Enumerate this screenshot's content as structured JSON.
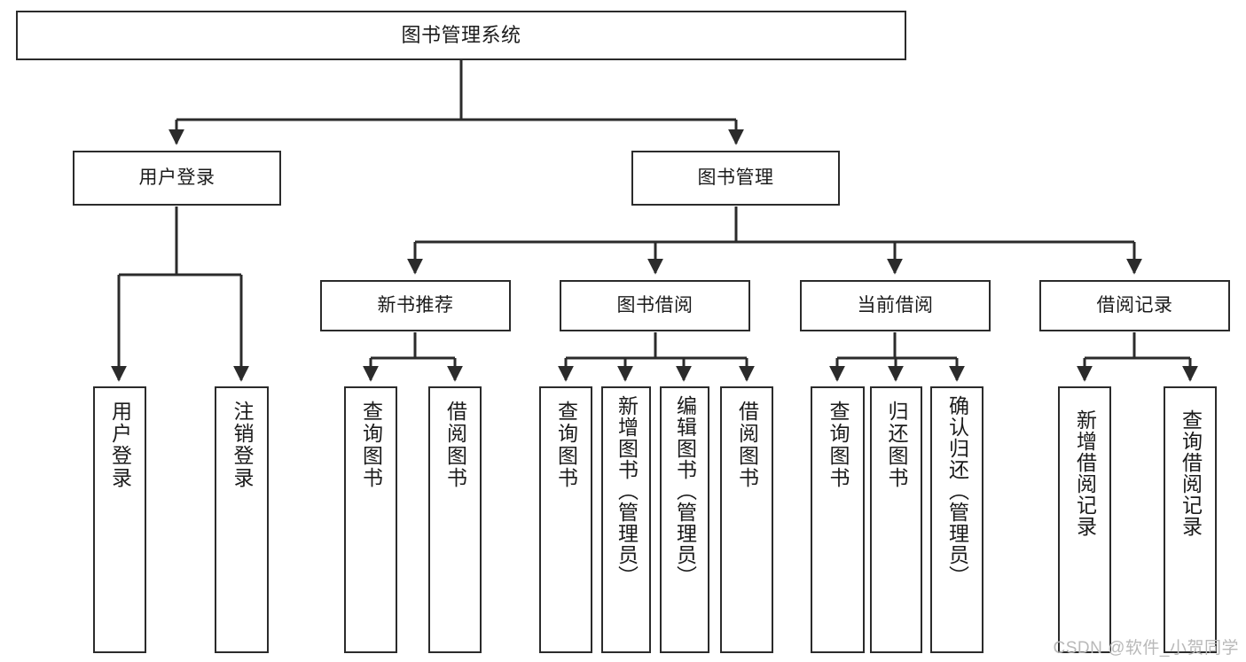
{
  "diagram": {
    "type": "tree-hierarchy-chart",
    "title": "图书管理系统",
    "stroke_color": "#2b2b2b",
    "background_color": "#ffffff",
    "root": {
      "id": "root",
      "label": "图书管理系统"
    },
    "level2": [
      {
        "id": "user-login",
        "label": "用户登录"
      },
      {
        "id": "book-management",
        "label": "图书管理"
      }
    ],
    "level3": [
      {
        "id": "new-book-recommend",
        "label": "新书推荐",
        "parent": "book-management"
      },
      {
        "id": "book-borrow",
        "label": "图书借阅",
        "parent": "book-management"
      },
      {
        "id": "current-borrow",
        "label": "当前借阅",
        "parent": "book-management"
      },
      {
        "id": "borrow-record",
        "label": "借阅记录",
        "parent": "book-management"
      }
    ],
    "leaves": [
      {
        "id": "leaf-user-login",
        "label": "用户登录",
        "parent": "user-login"
      },
      {
        "id": "leaf-user-logout",
        "label": "注销登录",
        "parent": "user-login"
      },
      {
        "id": "leaf-query-book-1",
        "label": "查询图书",
        "parent": "new-book-recommend"
      },
      {
        "id": "leaf-borrow-book-1",
        "label": "借阅图书",
        "parent": "new-book-recommend"
      },
      {
        "id": "leaf-query-book-2",
        "label": "查询图书",
        "parent": "book-borrow"
      },
      {
        "id": "leaf-add-book",
        "label": "新增图书（管理员）",
        "parent": "book-borrow"
      },
      {
        "id": "leaf-edit-book",
        "label": "编辑图书（管理员）",
        "parent": "book-borrow"
      },
      {
        "id": "leaf-borrow-book-2",
        "label": "借阅图书",
        "parent": "book-borrow"
      },
      {
        "id": "leaf-query-book-3",
        "label": "查询图书",
        "parent": "current-borrow"
      },
      {
        "id": "leaf-return-book",
        "label": "归还图书",
        "parent": "current-borrow"
      },
      {
        "id": "leaf-confirm-return",
        "label": "确认归还（管理员）",
        "parent": "current-borrow"
      },
      {
        "id": "leaf-add-record",
        "label": "新增借阅记录",
        "parent": "borrow-record"
      },
      {
        "id": "leaf-query-record",
        "label": "查询借阅记录",
        "parent": "borrow-record"
      }
    ]
  },
  "watermark": {
    "text": "CSDN @软件_小贺同学"
  }
}
